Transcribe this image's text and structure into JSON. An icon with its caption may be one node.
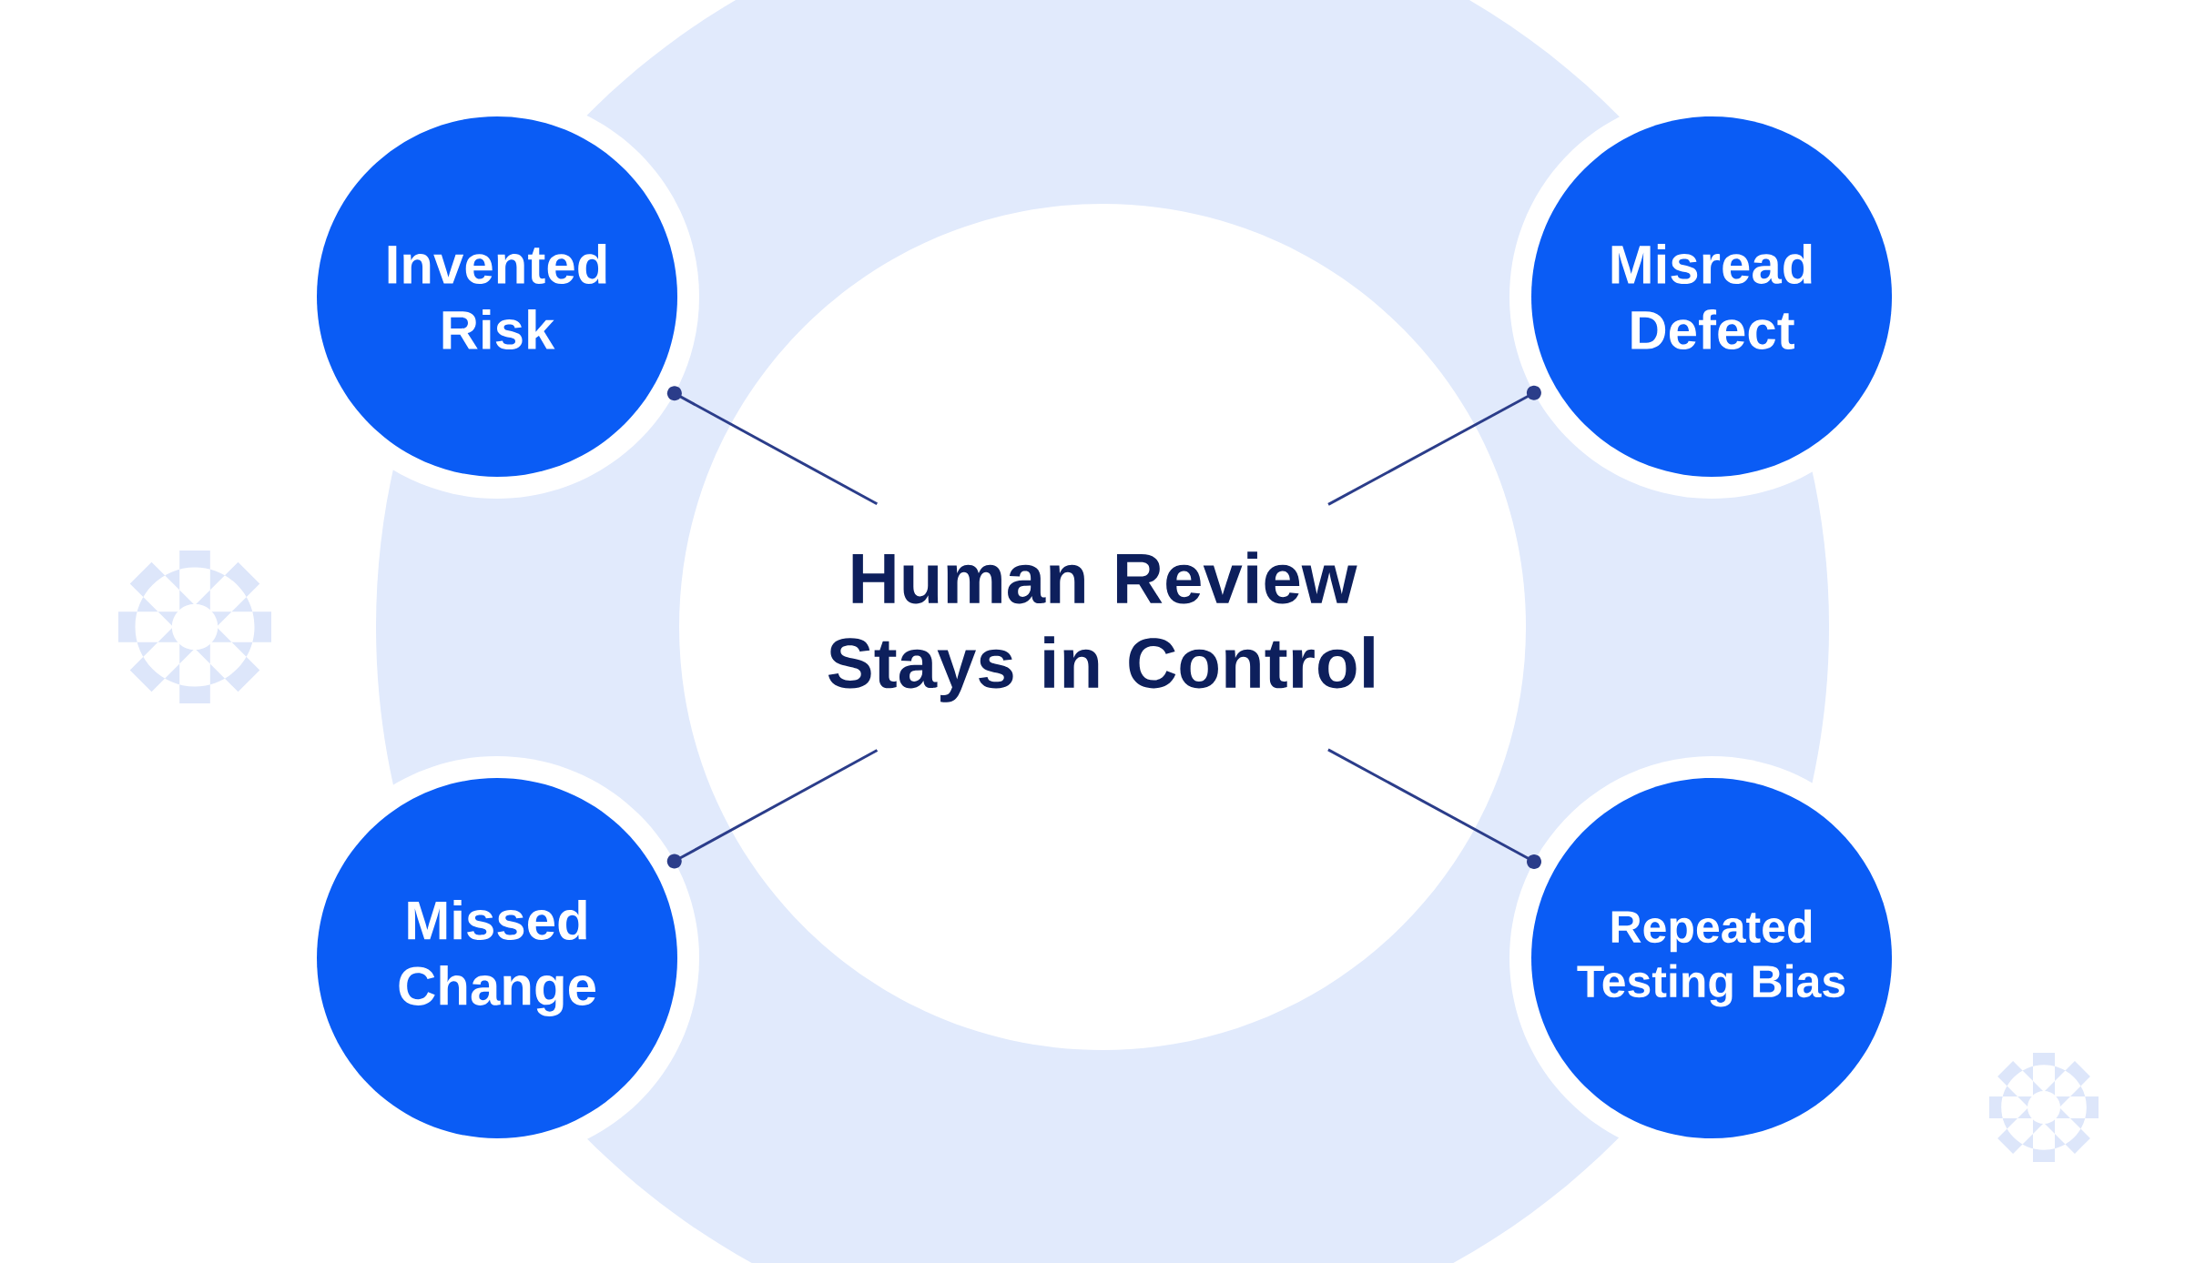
{
  "diagram": {
    "nodes": [
      {
        "text": [
          "Invented Risk"
        ]
      },
      {
        "text": [
          "Misread Defect"
        ]
      },
      {
        "text": [
          "Human Review Stays in Control"
        ]
      },
      {
        "text": [
          "Missed Change"
        ]
      },
      {
        "text": [
          "Repeated Testing Bias"
        ]
      }
    ],
    "edges": [
      {
        "from": 2,
        "to": 0,
        "arrow": "other"
      },
      {
        "from": 2,
        "to": 1,
        "arrow": "other"
      },
      {
        "from": 2,
        "to": 3,
        "arrow": "other"
      },
      {
        "from": 2,
        "to": 4,
        "arrow": "other"
      }
    ]
  }
}
